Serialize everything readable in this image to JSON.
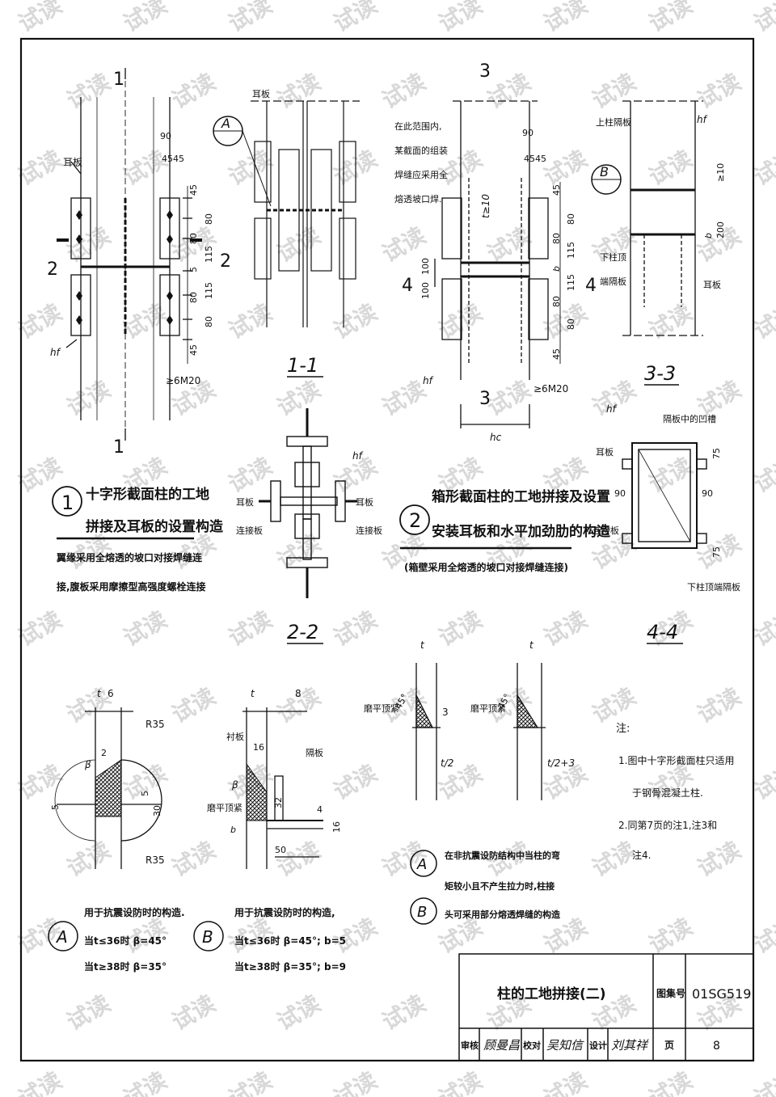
{
  "watermark": "试读",
  "detail1": {
    "section_top": "1",
    "section_bottom": "1",
    "section_left": "2",
    "section_right": "2",
    "ear_plate": "耳板",
    "dims": [
      "90",
      "45",
      "45",
      "45",
      "80",
      "80",
      "115",
      "5",
      "115",
      "80",
      "80",
      "45"
    ],
    "weld": "hf",
    "bolts": "≥6M20",
    "number": "1",
    "title_l1": "十字形截面柱的工地",
    "title_l2": "拼接及耳板的设置构造",
    "note_l1": "翼缘采用全熔透的坡口对接焊缝连",
    "note_l2": "接,腹板采用摩擦型高强度螺栓连接"
  },
  "section11": {
    "label": "1-1",
    "marker_letter": "A"
  },
  "section22": {
    "label": "2-2",
    "left_label_l1": "耳板",
    "left_label_l2": "连接板",
    "right_label_l1": "耳板",
    "right_label_l2": "连接板",
    "weld": "hf"
  },
  "detail2": {
    "section_top": "3",
    "section_bottom": "3",
    "section_left": "4",
    "section_right": "4",
    "note_l1": "在此范围内,",
    "note_l2": "某截面的组装",
    "note_l3": "焊缝应采用全",
    "note_l4": "熔透坡口焊.",
    "dims": [
      "90",
      "45",
      "45",
      "45",
      "80",
      "80",
      "b",
      "115",
      "115",
      "80",
      "80",
      "45",
      "100",
      "100"
    ],
    "thick": "t≥10",
    "weld": "hf",
    "bolts": "≥6M20",
    "hc": "hc",
    "number": "2",
    "title_l1": "箱形截面柱的工地拼接及设置",
    "title_l2": "安装耳板和水平加劲肋的构造",
    "note": "(箱壁采用全熔透的坡口对接焊缝连接)"
  },
  "section33": {
    "label": "3-3",
    "marker_letter": "B",
    "upper_diaphragm": "上柱隔板",
    "lower_l1": "下柱顶",
    "lower_l2": "端隔板",
    "ear_plate": "耳板",
    "weld": "hf",
    "dims": [
      "≥10",
      "b",
      "200"
    ]
  },
  "section44": {
    "label": "4-4",
    "weld": "hf",
    "groove": "隔板中的凹槽",
    "ear_plate": "耳板",
    "connect_plate": "连接板",
    "bottom_note": "下柱顶端隔板",
    "dims": [
      "75",
      "90",
      "90",
      "75"
    ]
  },
  "detailA": {
    "letter": "A",
    "dims": [
      "t",
      "6",
      "R35",
      "2",
      "β",
      "5",
      "5",
      "30",
      "R35"
    ],
    "title": "用于抗震设防时的构造.",
    "rule1": "当t≤36时 β=45°",
    "rule2": "当t≥38时 β=35°"
  },
  "detailB": {
    "letter": "B",
    "labels": [
      "衬板",
      "隔板",
      "磨平顶紧"
    ],
    "dims": [
      "t",
      "8",
      "16",
      "β",
      "32",
      "4",
      "16",
      "50",
      "b"
    ],
    "title": "用于抗震设防时的构造,",
    "rule1": "当t≤36时 β=45°; b=5",
    "rule2": "当t≥38时 β=35°; b=9"
  },
  "partial_welds": {
    "left_label": "磨平顶紧",
    "right_label": "磨平顶紧",
    "angle": "45°",
    "left_dims": [
      "t",
      "3",
      "t/2"
    ],
    "right_dims": [
      "t",
      "t/2+3"
    ],
    "letter_a": "A",
    "letter_b": "B",
    "text_l1": "在非抗震设防结构中当柱的弯",
    "text_l2": "矩较小且不产生拉力时,柱接",
    "text_l3": "头可采用部分熔透焊缝的构造"
  },
  "notes": {
    "heading": "注:",
    "n1_l1": "1.图中十字形截面柱只适用",
    "n1_l2": "于钢骨混凝土柱.",
    "n2_l1": "2.同第7页的注1,注3和",
    "n2_l2": "注4."
  },
  "title_block": {
    "title": "柱的工地拼接(二)",
    "atlas_label": "图集号",
    "atlas_no": "01SG519",
    "review_label": "审核",
    "review_sig": "顾曼昌",
    "check_label": "校对",
    "check_sig": "吴知信",
    "design_label": "设计",
    "design_sig": "刘其祥",
    "page_label": "页",
    "page_no": "8"
  }
}
